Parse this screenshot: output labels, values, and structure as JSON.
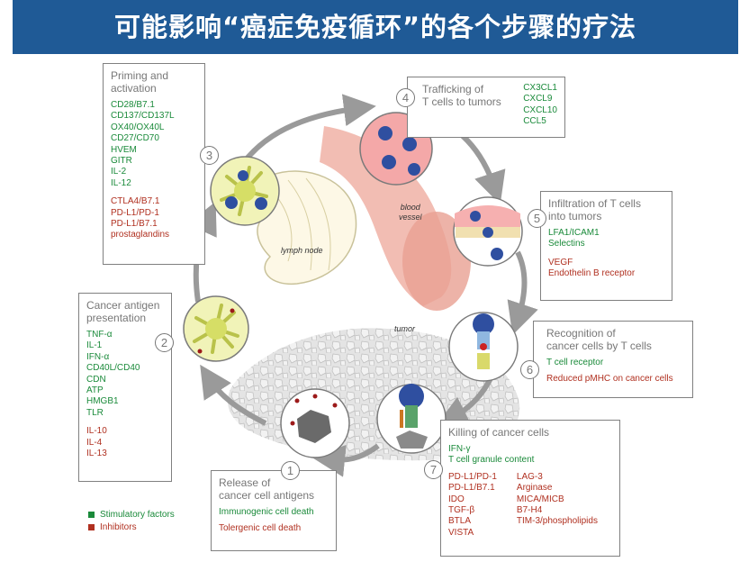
{
  "title": "可能影响“癌症免疫循环”的各个步骤的疗法",
  "colors": {
    "stimulatory": "#1a8a3a",
    "inhibitor": "#b03020",
    "banner": "#1f5a96"
  },
  "diagram_labels": {
    "lymph_node": "lymph node",
    "blood_vessel": "blood\nvessel",
    "tumor": "tumor"
  },
  "steps": [
    {
      "num": "1",
      "title": "Release of\ncancer cell antigens",
      "stimulatory": [
        "Immunogenic cell death"
      ],
      "inhibitors": [
        "Tolergenic cell death"
      ]
    },
    {
      "num": "2",
      "title": "Cancer antigen\npresentation",
      "stimulatory": [
        "TNF-α",
        "IL-1",
        "IFN-α",
        "CD40L/CD40",
        "CDN",
        "ATP",
        "HMGB1",
        "TLR"
      ],
      "inhibitors": [
        "IL-10",
        "IL-4",
        "IL-13"
      ]
    },
    {
      "num": "3",
      "title": "Priming and\nactivation",
      "stimulatory": [
        "CD28/B7.1",
        "CD137/CD137L",
        "OX40/OX40L",
        "CD27/CD70",
        "HVEM",
        "GITR",
        "IL-2",
        "IL-12"
      ],
      "inhibitors": [
        "CTLA4/B7.1",
        "PD-L1/PD-1",
        "PD-L1/B7.1",
        "prostaglandins"
      ]
    },
    {
      "num": "4",
      "title": "Trafficking of\nT cells to tumors",
      "stimulatory": [
        "CX3CL1",
        "CXCL9",
        "CXCL10",
        "CCL5"
      ],
      "inhibitors": []
    },
    {
      "num": "5",
      "title": "Infiltration of T cells\ninto tumors",
      "stimulatory": [
        "LFA1/ICAM1",
        "Selectins"
      ],
      "inhibitors": [
        "VEGF",
        "Endothelin B receptor"
      ]
    },
    {
      "num": "6",
      "title": "Recognition of\ncancer cells by T cells",
      "stimulatory": [
        "T cell receptor"
      ],
      "inhibitors": [
        "Reduced pMHC on cancer cells"
      ]
    },
    {
      "num": "7",
      "title": "Killing of cancer cells",
      "stimulatory": [
        "IFN-γ",
        "T cell granule content"
      ],
      "inhibitors_col1": [
        "PD-L1/PD-1",
        "PD-L1/B7.1",
        "IDO",
        "TGF-β",
        "BTLA",
        "VISTA"
      ],
      "inhibitors_col2": [
        "LAG-3",
        "Arginase",
        "MICA/MICB",
        "B7-H4",
        "TIM-3/phospholipids"
      ]
    }
  ],
  "legend": {
    "stimulatory": "Stimulatory factors",
    "inhibitors": "Inhibitors"
  }
}
